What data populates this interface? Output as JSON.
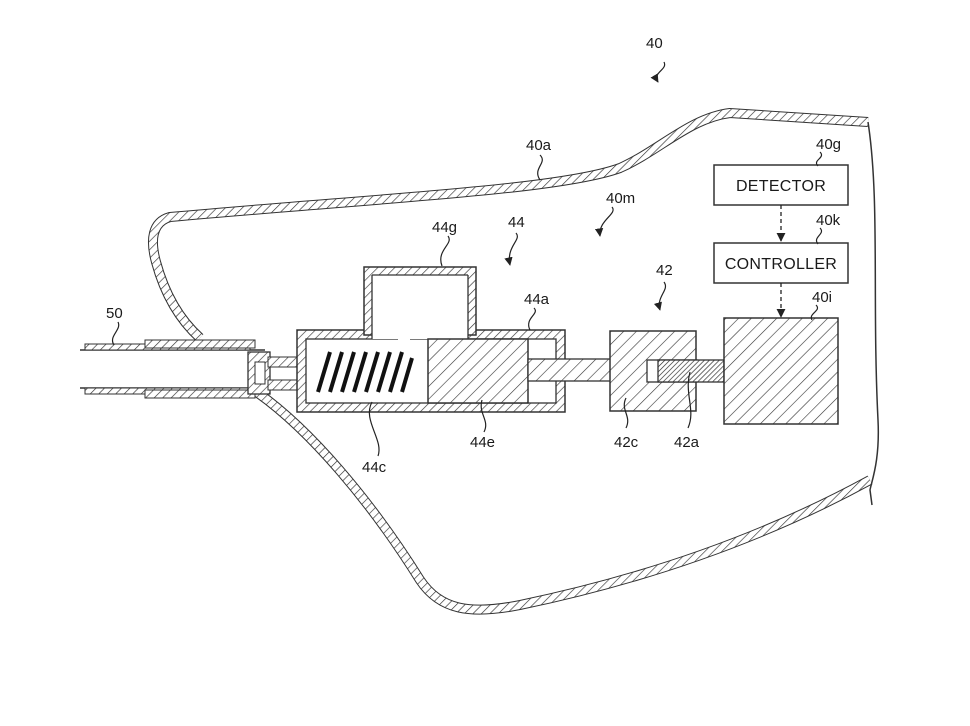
{
  "figure": {
    "labels": {
      "device": "40",
      "housing": "40a",
      "detector_ref": "40g",
      "controller_ref": "40k",
      "actuator_ref": "40i",
      "chamber_space": "40m",
      "pump_assembly": "44",
      "drive_assembly": "42",
      "branch": "44g",
      "cylinder": "44a",
      "tube": "50",
      "spring_wall": "44c",
      "piston": "44e",
      "coupling": "42c",
      "shaft": "42a"
    },
    "boxes": {
      "detector": "DETECTOR",
      "controller": "CONTROLLER"
    }
  }
}
